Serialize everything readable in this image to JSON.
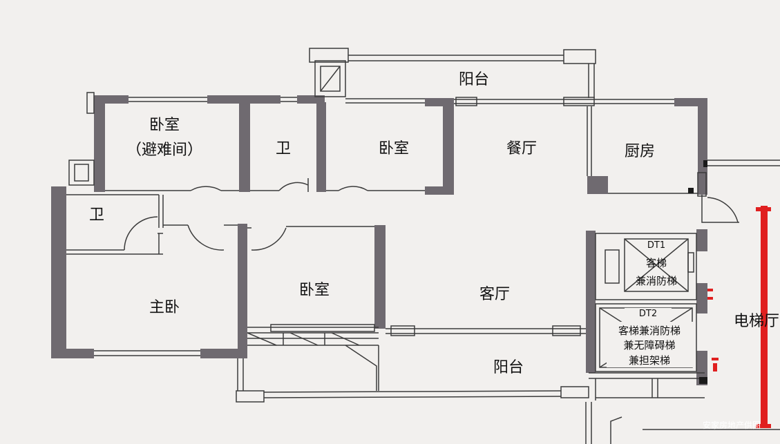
{
  "rooms": {
    "balcony_top": "阳台",
    "bedroom_refuge": "卧室",
    "refuge_note": "（避难间）",
    "bath_1": "卫",
    "bedroom_2": "卧室",
    "dining": "餐厅",
    "kitchen": "厨房",
    "bath_2": "卫",
    "master": "主卧",
    "bedroom_3": "卧室",
    "living": "客厅",
    "balcony_bottom": "阳台",
    "elevator_hall": "电梯厅"
  },
  "elevators": {
    "dt1_code": "DT1",
    "dt1_line1": "客梯",
    "dt1_line2": "兼消防梯",
    "dt2_code": "DT2",
    "dt2_line1": "客梯兼消防梯",
    "dt2_line2": "兼无障碍梯",
    "dt2_line3": "兼担架梯"
  },
  "watermark": "安家房地产供图",
  "colors": {
    "wall": "#6f6a70",
    "thin_line": "#3b3b3b",
    "accent_red": "#e02020",
    "background": "#f2f0ee"
  }
}
